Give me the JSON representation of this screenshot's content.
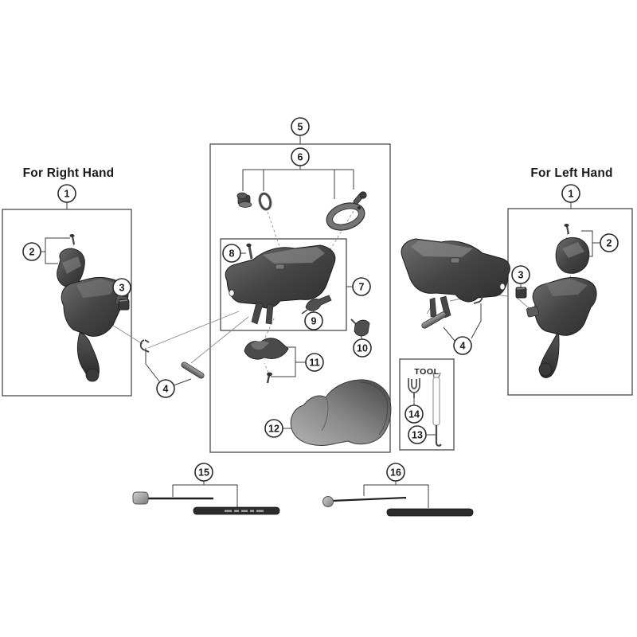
{
  "titles": {
    "right_section": "For Right Hand",
    "left_section": "For Left Hand",
    "tool_box": "TOOL"
  },
  "callouts": {
    "right1": "1",
    "right2": "2",
    "right3": "3",
    "right4": "4",
    "center5": "5",
    "center6": "6",
    "center7": "7",
    "center8": "8",
    "center9": "9",
    "center10": "10",
    "center11": "11",
    "center12": "12",
    "center13": "13",
    "center14": "14",
    "center15": "15",
    "center16": "16",
    "left1": "1",
    "left2": "2",
    "left3": "3",
    "left4": "4"
  }
}
